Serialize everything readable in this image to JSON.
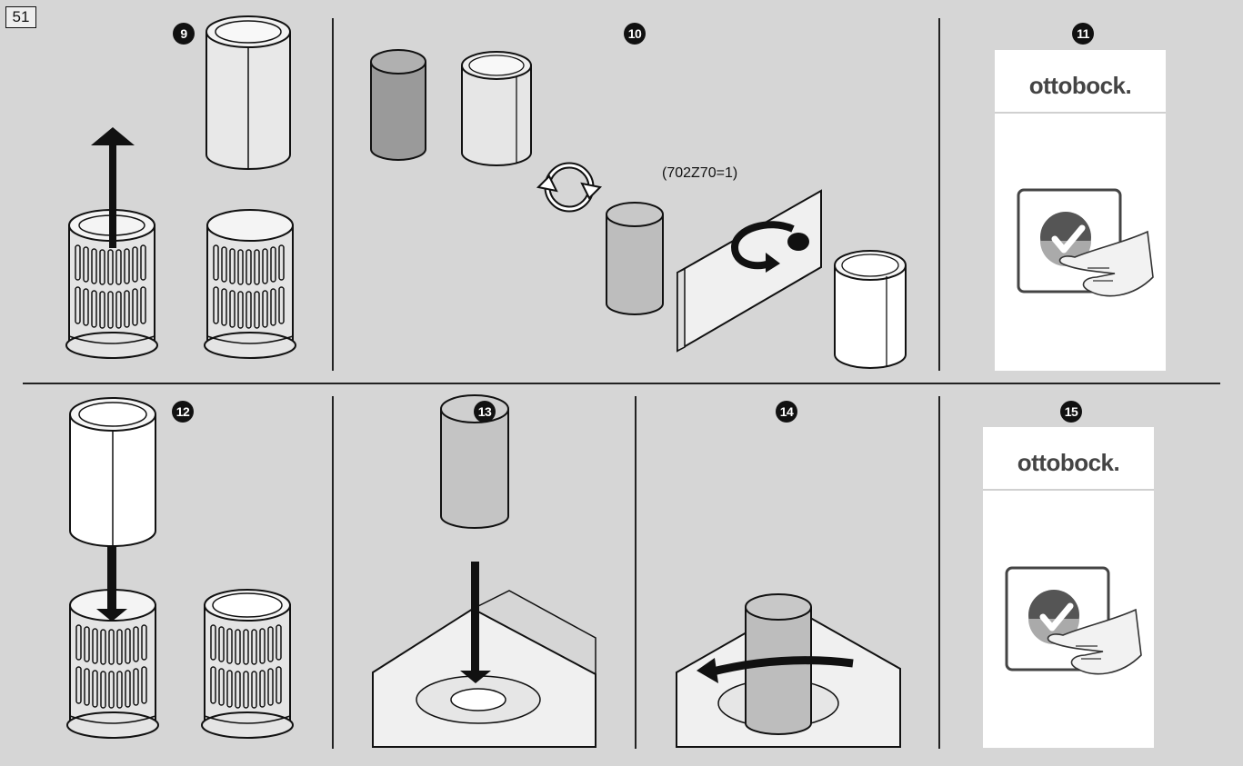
{
  "page": {
    "number": "51"
  },
  "steps": [
    {
      "number": "9"
    },
    {
      "number": "10",
      "label": "(702Z70=1)"
    },
    {
      "number": "11",
      "brand": "ottobock."
    },
    {
      "number": "12"
    },
    {
      "number": "13"
    },
    {
      "number": "14"
    },
    {
      "number": "15",
      "brand": "ottobock."
    }
  ],
  "colors": {
    "background": "#d6d6d6",
    "line": "#111111",
    "dark_liner": "#9a9a9a",
    "light_liner": "#e6e6e6",
    "mid_liner": "#bdbdbd",
    "panel": "#ffffff"
  },
  "icons": [
    "up-arrow-icon",
    "down-arrow-icon",
    "swap-cycle-icon",
    "rotate-arrow-icon",
    "check-button-icon",
    "finger-press-icon"
  ]
}
